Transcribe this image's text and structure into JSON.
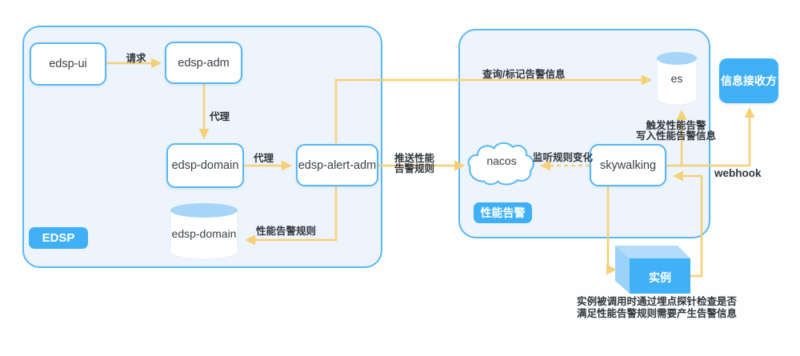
{
  "edsp_group": {
    "badge": "EDSP",
    "edsp_ui": "edsp-ui",
    "edsp_adm": "edsp-adm",
    "edsp_domain": "edsp-domain",
    "edsp_alert_adm": "edsp-alert-adm",
    "edsp_domain_db": "edsp-domain"
  },
  "perf_group": {
    "badge": "性能告警",
    "es": "es",
    "nacos": "nacos",
    "skywalking": "skywalking"
  },
  "external": {
    "receiver": "信息接收方",
    "instance": "实例"
  },
  "edges": {
    "request": "请求",
    "proxy_adm_domain": "代理",
    "proxy_domain_alert": "代理",
    "perf_rule_store": "性能告警规则",
    "push_rules": {
      "line1": "推送性能",
      "line2": "告警规则"
    },
    "query_mark_alerts": "查询/标记告警信息",
    "listen_rule_change": "监听规则变化",
    "trigger_write": {
      "line1": "触发性能告警",
      "line2": "写入性能告警信息"
    },
    "webhook": "webhook"
  },
  "note": {
    "line1": "实例被调用时通过埋点探针检查是否",
    "line2": "满足性能告警规则需要产生告警信息"
  },
  "colors": {
    "accent_blue": "#40b0f6",
    "border_blue": "#56b7f4",
    "container_fill": "#edf4fb",
    "arrow_yellow": "#f6d077",
    "cylinder_top": "#a6d5f8",
    "cube_top": "#b3dcfb",
    "cube_side": "#9bd2f9",
    "text_dark": "#31363c"
  }
}
